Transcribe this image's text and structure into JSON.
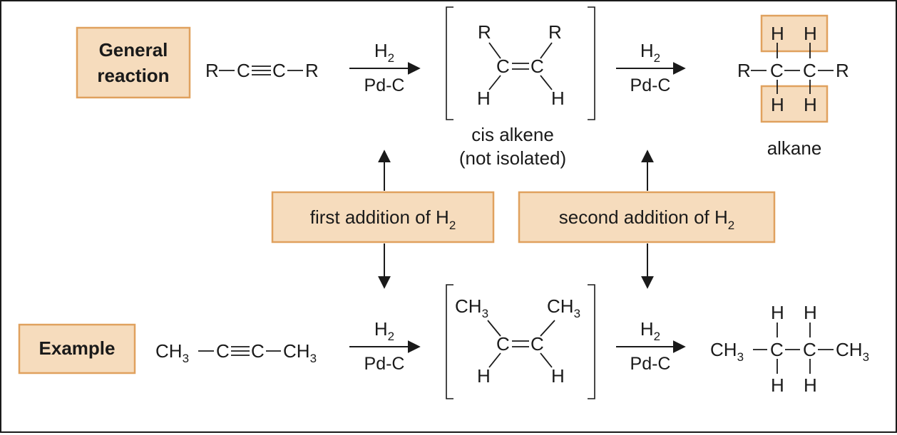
{
  "labels": {
    "general_reaction_line1": "General",
    "general_reaction_line2": "reaction",
    "example": "Example",
    "first_addition": "first addition of H",
    "second_addition": "second addition of H",
    "subscript_2": "2",
    "subscript_3": "3",
    "cis_alkene_line1": "cis alkene",
    "cis_alkene_line2": "(not isolated)",
    "alkane": "alkane"
  },
  "reagents": {
    "h": "H",
    "sub": "2",
    "catalyst": "Pd-C"
  },
  "atoms": {
    "r": "R",
    "c": "C",
    "h": "H",
    "ch": "CH",
    "sub3": "3"
  },
  "colors": {
    "box_fill": "#f6dcbd",
    "box_border": "#e0a15e",
    "ink": "#1a1a1a"
  }
}
